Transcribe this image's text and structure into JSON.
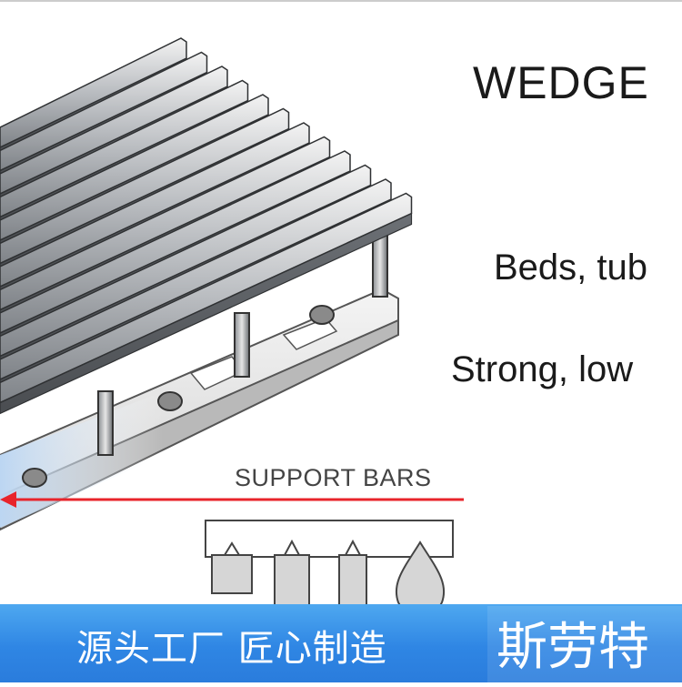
{
  "diagram": {
    "title": "WEDGE",
    "line1": "Beds, tub",
    "line2": "Strong, low",
    "support_label": "SUPPORT BARS"
  },
  "banner": {
    "left_text": "源头工厂 匠心制造",
    "right_text": "斯劳特"
  },
  "colors": {
    "arrow": "#e8242b",
    "banner": "#2f86e4",
    "support_plate": "#cfe2f5",
    "wire": "#9ea3a8"
  }
}
